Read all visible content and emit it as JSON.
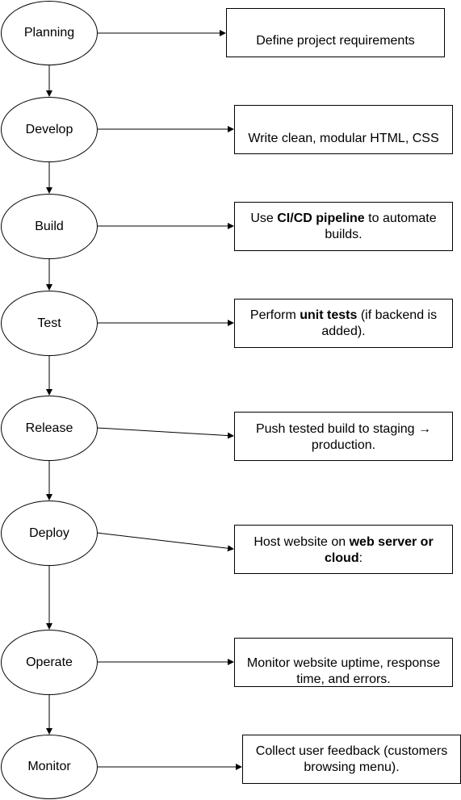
{
  "stages": [
    {
      "label": "Planning",
      "note": {
        "parts": [
          {
            "text": "Define project requirements",
            "bold": false
          }
        ]
      }
    },
    {
      "label": "Develop",
      "note": {
        "parts": [
          {
            "text": "Write clean, modular HTML, CSS",
            "bold": false
          }
        ]
      }
    },
    {
      "label": "Build",
      "note": {
        "parts": [
          {
            "text": "Use ",
            "bold": false
          },
          {
            "text": "CI/CD pipeline",
            "bold": true
          },
          {
            "text": " to automate builds.",
            "bold": false
          }
        ]
      }
    },
    {
      "label": "Test",
      "note": {
        "parts": [
          {
            "text": "Perform ",
            "bold": false
          },
          {
            "text": "unit tests",
            "bold": true
          },
          {
            "text": " (if backend is added).",
            "bold": false
          }
        ]
      }
    },
    {
      "label": "Release",
      "note": {
        "parts": [
          {
            "text": "Push tested build to staging → production.",
            "bold": false
          }
        ]
      }
    },
    {
      "label": "Deploy",
      "note": {
        "parts": [
          {
            "text": "Host website on ",
            "bold": false
          },
          {
            "text": "web server or cloud",
            "bold": true
          },
          {
            "text": ":",
            "bold": false
          }
        ]
      }
    },
    {
      "label": "Operate",
      "note": {
        "parts": [
          {
            "text": "Monitor website uptime, response time, and errors.",
            "bold": false
          }
        ]
      }
    },
    {
      "label": "Monitor",
      "note": {
        "parts": [
          {
            "text": "Collect user feedback (customers browsing menu).",
            "bold": false
          }
        ]
      }
    }
  ]
}
